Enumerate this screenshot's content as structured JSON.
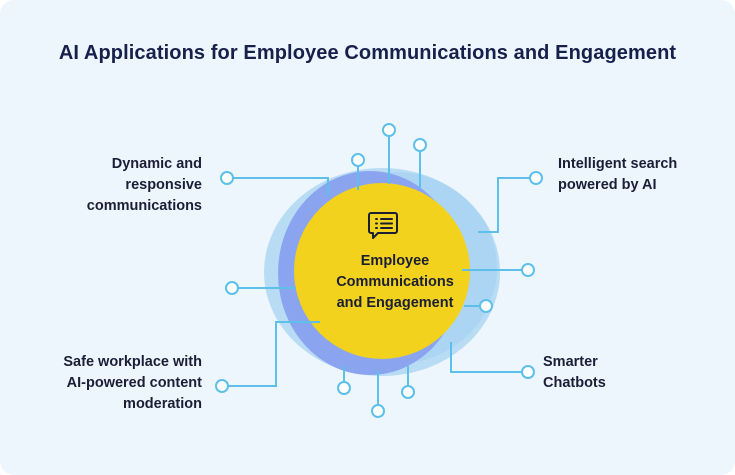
{
  "title": "AI Applications for Employee Communications and Engagement",
  "center": {
    "label": "Employee\nCommunications\nand Engagement",
    "icon": "chat-list-icon"
  },
  "items": [
    {
      "label": "Dynamic and\nresponsive\ncommunications"
    },
    {
      "label": "Intelligent search\npowered by AI"
    },
    {
      "label": "Safe workplace with\nAI-powered content\nmoderation"
    },
    {
      "label": "Smarter\nChatbots"
    }
  ],
  "colors": {
    "background": "#edf6fd",
    "title": "#16204a",
    "circuit": "#5cc0ea",
    "outer_blob": "#b9dcf5",
    "mid_blob": "#8aa4f0",
    "core": "#f2d21c",
    "text": "#1a1f36"
  }
}
